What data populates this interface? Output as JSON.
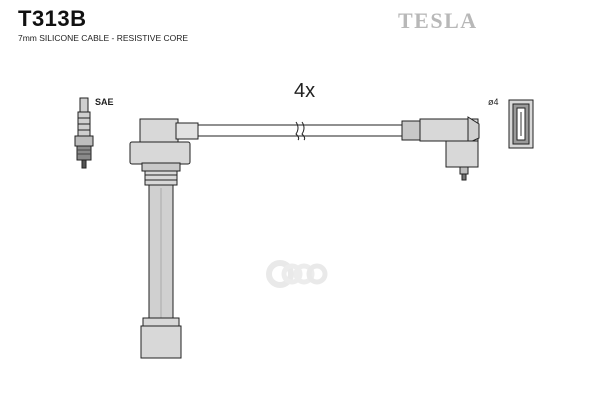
{
  "header": {
    "part_code": "T313B",
    "subtitle": "7mm SILICONE CABLE - RESISTIVE CORE",
    "brand": "TESLA"
  },
  "diagram": {
    "count_label": "4x",
    "spark_plug_label": "SAE",
    "terminal_label": "ø4"
  },
  "watermark": {
    "text": "обап",
    "color": "#e9e9e9"
  }
}
